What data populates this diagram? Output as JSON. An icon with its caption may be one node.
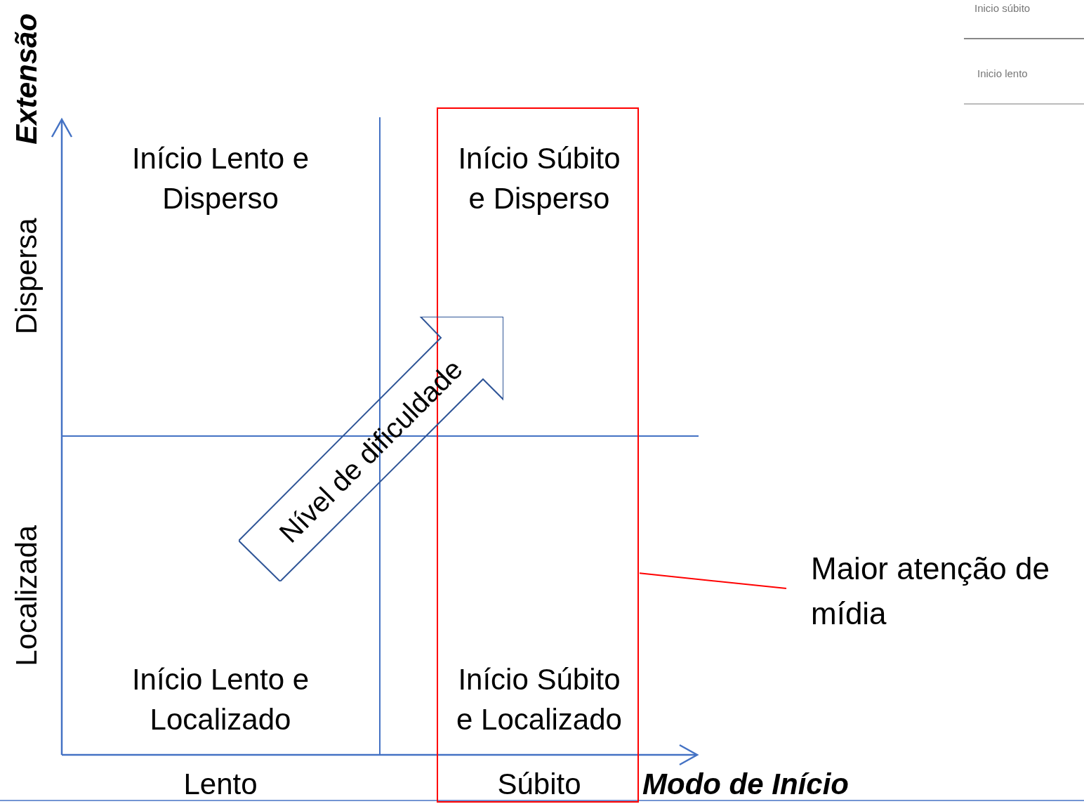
{
  "diagram": {
    "nodes": [
      {
        "text": [],
        "shape": "box"
      },
      {
        "text": [
          "Maior atenção de mídia"
        ]
      },
      {
        "text": [
          "Nível de dificuldade"
        ]
      }
    ],
    "edges": [
      {
        "from": 1,
        "to": 0,
        "arrow": "none",
        "color": "#ff0000"
      }
    ],
    "labels": [
      "Inicio súbito",
      "Inicio lento",
      "Extensão",
      "Início Lento e Disperso",
      "Início Súbito e Disperso",
      "Dispersa",
      "Localizada",
      "Início Lento e Localizado",
      "Início Súbito e Localizado",
      "Lento",
      "Súbito",
      "Modo de Início"
    ]
  }
}
